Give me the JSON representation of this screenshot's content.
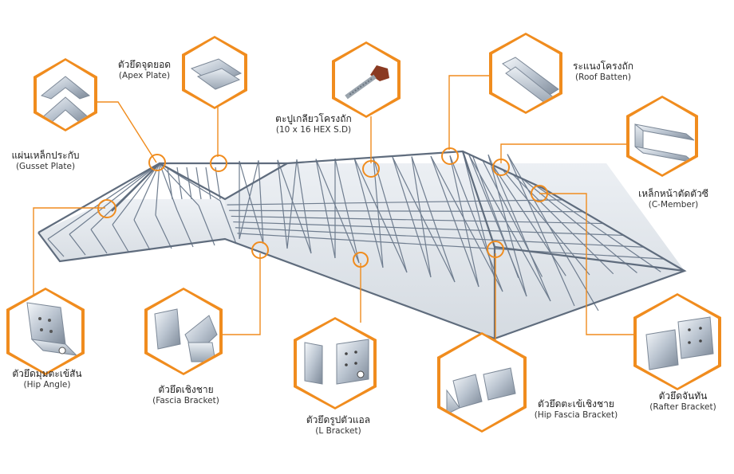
{
  "accent_color": "#f08c1e",
  "frame_color": "#6f7d8f",
  "parts": [
    {
      "id": "apex-plate",
      "thai": "ตัวยึดจุดยอด",
      "english": "(Apex Plate)",
      "icon": "apex-plate-icon"
    },
    {
      "id": "gusset-plate",
      "thai": "แผ่นเหล็กประกับ",
      "english": "(Gusset Plate)",
      "icon": "gusset-plate-icon"
    },
    {
      "id": "hex-screw",
      "thai": "ตะปูเกลียวโครงถัก",
      "english": "(10 x 16 HEX S.D)",
      "icon": "screw-icon"
    },
    {
      "id": "roof-batten",
      "thai": "ระแนงโครงถัก",
      "english": "(Roof Batten)",
      "icon": "roof-batten-icon"
    },
    {
      "id": "c-member",
      "thai": "เหล็กหน้าตัดตัวซี",
      "english": "(C-Member)",
      "icon": "c-member-icon"
    },
    {
      "id": "hip-angle",
      "thai": "ตัวยึดมุมตะเข้สัน",
      "english": "(Hip Angle)",
      "icon": "hip-angle-icon"
    },
    {
      "id": "fascia-bracket",
      "thai": "ตัวยึดเชิงชาย",
      "english": "(Fascia Bracket)",
      "icon": "fascia-bracket-icon"
    },
    {
      "id": "l-bracket",
      "thai": "ตัวยึดรูปตัวแอล",
      "english": "(L Bracket)",
      "icon": "l-bracket-icon"
    },
    {
      "id": "hip-fascia-bracket",
      "thai": "ตัวยึดตะเข้เชิงชาย",
      "english": "(Hip Fascia Bracket)",
      "icon": "hip-fascia-bracket-icon"
    },
    {
      "id": "rafter-bracket",
      "thai": "ตัวยึดจันทัน",
      "english": "(Rafter Bracket)",
      "icon": "rafter-bracket-icon"
    }
  ]
}
